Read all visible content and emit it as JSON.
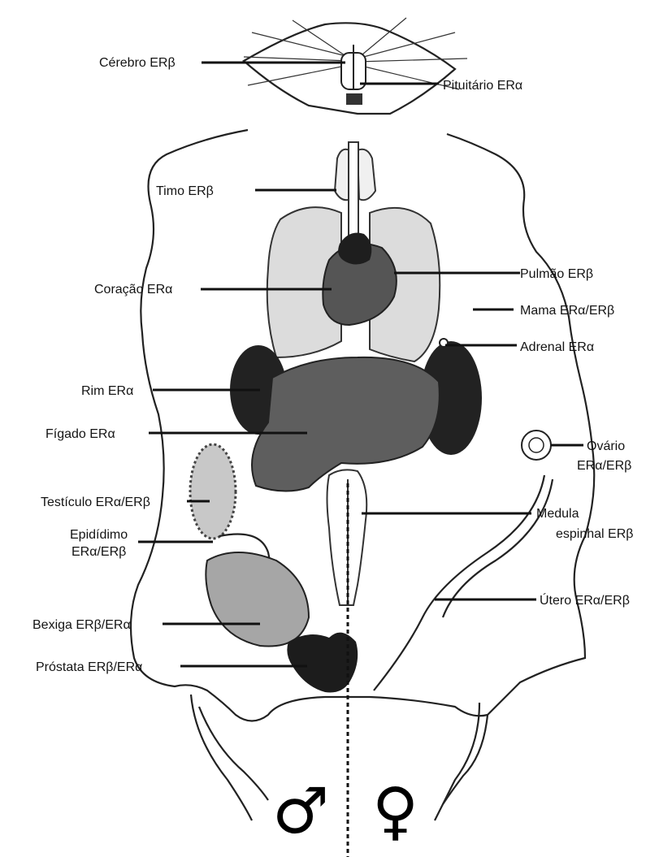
{
  "labels": {
    "cerebro": "Cérebro ERβ",
    "pituitario": "Pituitário ERα",
    "timo": "Timo ERβ",
    "pulmao": "Pulmão ERβ",
    "coracao": "Coração ERα",
    "mama": "Mama ERα/ERβ",
    "adrenal": "Adrenal ERα",
    "rim": "Rim ERα",
    "figado": "Fígado ERα",
    "ovario_1": "Ovário",
    "ovario_2": "ERα/ERβ",
    "testiculo": "Testículo ERα/ERβ",
    "epididimo_1": "Epidídimo",
    "epididimo_2": "ERα/ERβ",
    "medula_1": "Medula",
    "medula_2": "espinhal ERβ",
    "utero": "Útero ERα/ERβ",
    "bexiga": "Bexiga ERβ/ERα",
    "prostata": "Próstata ERβ/ERα"
  },
  "symbols": {
    "male": "♂",
    "female": "♀"
  },
  "colors": {
    "lung": "#dcdcdc",
    "heart": "#555555",
    "liver": "#5e5e5e",
    "kidney": "#222222",
    "testis": "#c8c8c8",
    "bladder": "#a6a6a6",
    "prostate": "#1c1c1c"
  }
}
